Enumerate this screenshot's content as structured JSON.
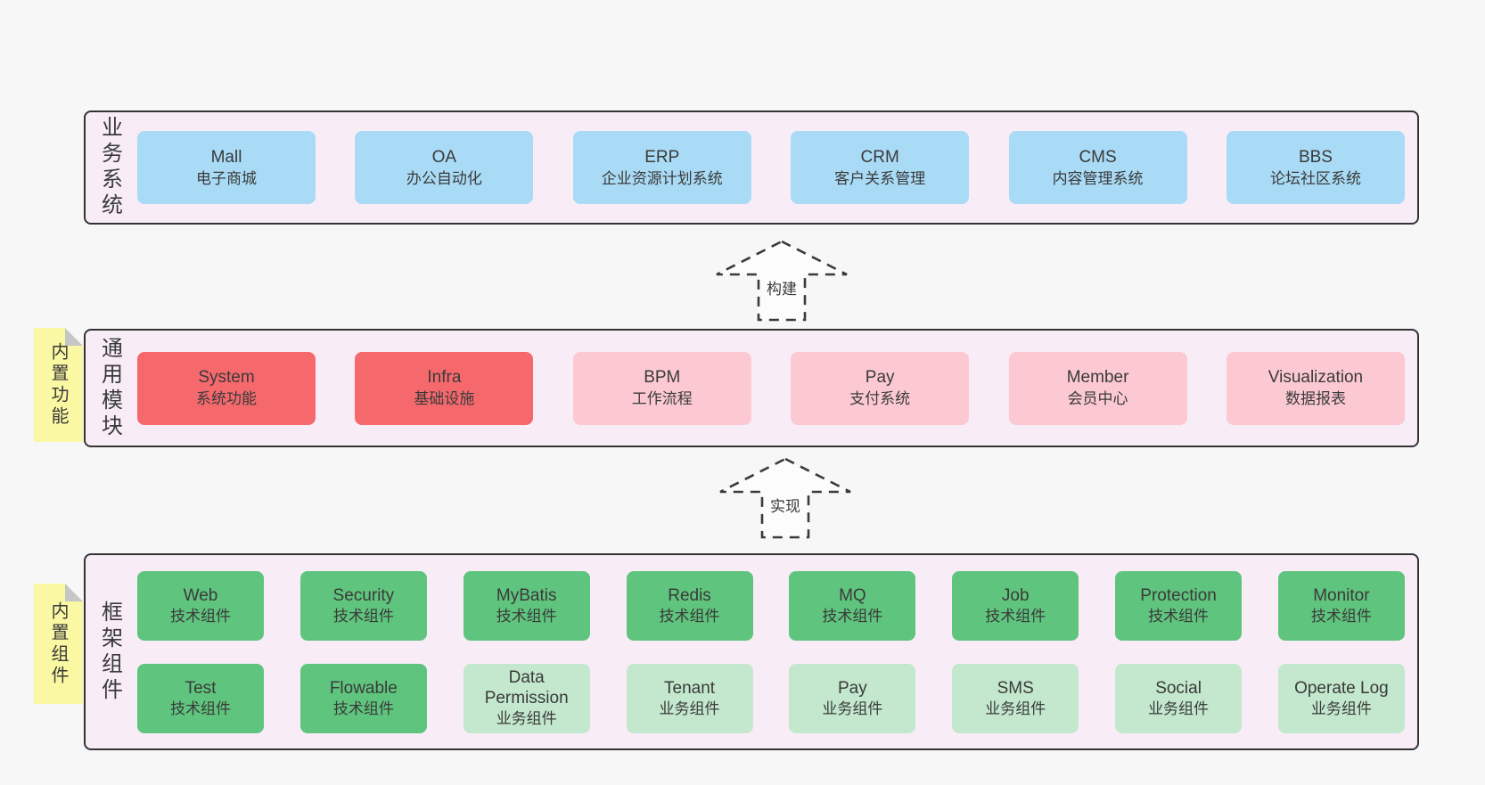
{
  "colors": {
    "background": "#f7f7f7",
    "layer_bg": "#f8edf7",
    "layer_border": "#333333",
    "blue": "#a9dbf6",
    "red": "#f5696d",
    "pink": "#fcc9d3",
    "green": "#5fc47d",
    "light_green": "#c3e8cd",
    "yellow": "#fbf8a3",
    "fold_gray": "#c6c6c6",
    "text": "#3a3a3a",
    "arrow_stroke": "#3a3a3a",
    "arrow_fill": "#fcfcfc"
  },
  "layers": [
    {
      "label": "业务系统",
      "boxes": [
        {
          "name": "Mall",
          "desc": "电子商城",
          "type": "blue"
        },
        {
          "name": "OA",
          "desc": "办公自动化",
          "type": "blue"
        },
        {
          "name": "ERP",
          "desc": "企业资源计划系统",
          "type": "blue"
        },
        {
          "name": "CRM",
          "desc": "客户关系管理",
          "type": "blue"
        },
        {
          "name": "CMS",
          "desc": "内容管理系统",
          "type": "blue"
        },
        {
          "name": "BBS",
          "desc": "论坛社区系统",
          "type": "blue"
        }
      ]
    },
    {
      "label": "通用模块",
      "boxes": [
        {
          "name": "System",
          "desc": "系统功能",
          "type": "red"
        },
        {
          "name": "Infra",
          "desc": "基础设施",
          "type": "red"
        },
        {
          "name": "BPM",
          "desc": "工作流程",
          "type": "pink"
        },
        {
          "name": "Pay",
          "desc": "支付系统",
          "type": "pink"
        },
        {
          "name": "Member",
          "desc": "会员中心",
          "type": "pink"
        },
        {
          "name": "Visualization",
          "desc": "数据报表",
          "type": "pink"
        }
      ]
    },
    {
      "label": "框架组件",
      "rows": [
        [
          {
            "name": "Web",
            "desc": "技术组件",
            "type": "green"
          },
          {
            "name": "Security",
            "desc": "技术组件",
            "type": "green"
          },
          {
            "name": "MyBatis",
            "desc": "技术组件",
            "type": "green"
          },
          {
            "name": "Redis",
            "desc": "技术组件",
            "type": "green"
          },
          {
            "name": "MQ",
            "desc": "技术组件",
            "type": "green"
          },
          {
            "name": "Job",
            "desc": "技术组件",
            "type": "green"
          },
          {
            "name": "Protection",
            "desc": "技术组件",
            "type": "green"
          },
          {
            "name": "Monitor",
            "desc": "技术组件",
            "type": "green"
          }
        ],
        [
          {
            "name": "Test",
            "desc": "技术组件",
            "type": "green"
          },
          {
            "name": "Flowable",
            "desc": "技术组件",
            "type": "green"
          },
          {
            "name": "Data Permission",
            "desc": "业务组件",
            "type": "lightgreen"
          },
          {
            "name": "Tenant",
            "desc": "业务组件",
            "type": "lightgreen"
          },
          {
            "name": "Pay",
            "desc": "业务组件",
            "type": "lightgreen"
          },
          {
            "name": "SMS",
            "desc": "业务组件",
            "type": "lightgreen"
          },
          {
            "name": "Social",
            "desc": "业务组件",
            "type": "lightgreen"
          },
          {
            "name": "Operate Log",
            "desc": "业务组件",
            "type": "lightgreen"
          }
        ]
      ]
    }
  ],
  "stickies": [
    {
      "text": "内置功能"
    },
    {
      "text": "内置组件"
    }
  ],
  "arrows": [
    {
      "label": "构建"
    },
    {
      "label": "实现"
    }
  ]
}
